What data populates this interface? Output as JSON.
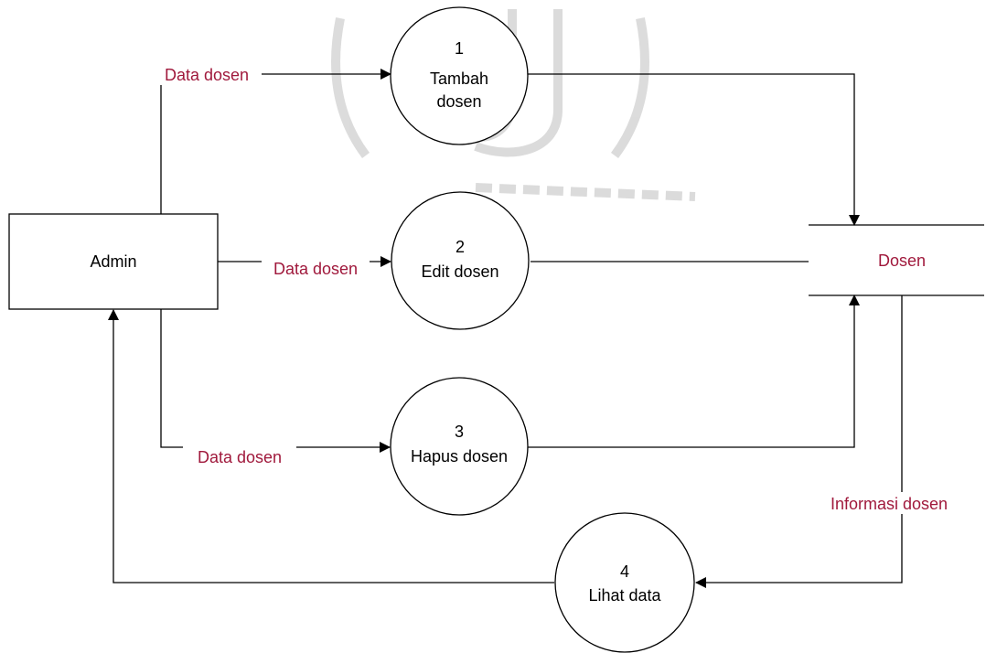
{
  "external_entity": {
    "label": "Admin"
  },
  "processes": [
    {
      "number": "1",
      "line1": "Tambah",
      "line2": "dosen"
    },
    {
      "number": "2",
      "line1": "Edit dosen",
      "line2": ""
    },
    {
      "number": "3",
      "line1": "Hapus dosen",
      "line2": ""
    },
    {
      "number": "4",
      "line1": "Lihat data",
      "line2": ""
    }
  ],
  "data_store": {
    "label": "Dosen"
  },
  "flows": {
    "tambah_input": "Data dosen",
    "edit_input": "Data dosen",
    "hapus_input": "Data dosen",
    "lihat_output": "Informasi dosen"
  },
  "colors": {
    "flow_label": "#a0193c",
    "line": "#000000",
    "watermark": "#d8d8d8"
  }
}
